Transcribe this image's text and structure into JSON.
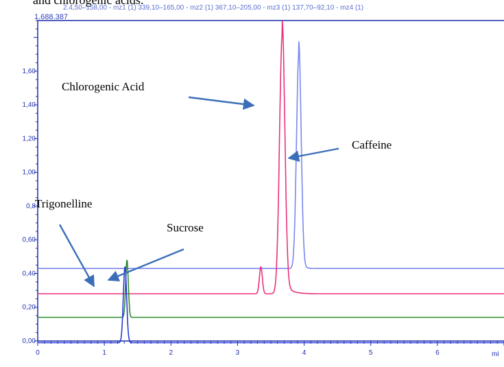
{
  "caption_fragment": "and chlorogenic acids.",
  "header_strip_text": "2.4,50–158,00 - mz1 (1) 339,10–165,00 - mz2 (1) 367,10–205,00 - mz3 (1) 137,70–92,10 - mz4 (1)",
  "y_readout": "1.688.387",
  "colors": {
    "axis": "#1a2aa8",
    "frame": "#1a2aa8",
    "arrow": "#3a6eb8",
    "series_pink": "#e8307a",
    "series_blue_light": "#7a86ee",
    "series_blue_dark": "#2838d8",
    "series_green": "#2a8a2a"
  },
  "chart_data": {
    "type": "line",
    "x_unit_label": "mi",
    "xlim": [
      0,
      7
    ],
    "ylim": [
      0,
      1.9
    ],
    "x_ticks": [
      0,
      1,
      2,
      3,
      4,
      5,
      6
    ],
    "x_tick_labels": [
      "0",
      "1",
      "2",
      "3",
      "4",
      "5",
      "6"
    ],
    "y_ticks": [
      0.0,
      0.2,
      0.4,
      0.6,
      0.8,
      1.0,
      1.2,
      1.4,
      1.6
    ],
    "y_tick_labels": [
      "0,00",
      "0,20",
      "0,40",
      "0,60",
      "0,8",
      "1,00",
      "1,20",
      "1,40",
      "1,60"
    ],
    "series": [
      {
        "color": "#7a86ee",
        "baseline": 0.43,
        "peaks": [
          {
            "x": 3.92,
            "height": 1.27,
            "width": 0.035,
            "tail": 0.04
          }
        ]
      },
      {
        "color": "#e8307a",
        "baseline": 0.28,
        "peaks": [
          {
            "x": 3.35,
            "height": 0.16,
            "width": 0.022,
            "tail": 0.0
          },
          {
            "x": 3.67,
            "height": 1.53,
            "width": 0.04,
            "tail": 0.09
          }
        ]
      },
      {
        "color": "#2a8a2a",
        "baseline": 0.14,
        "peaks": [
          {
            "x": 1.34,
            "height": 0.34,
            "width": 0.02,
            "tail": 0.0
          }
        ]
      },
      {
        "color": "#2838d8",
        "baseline": -0.01,
        "peaks": [
          {
            "x": 1.31,
            "height": 0.45,
            "width": 0.025,
            "tail": 0.0
          }
        ]
      }
    ],
    "annotations": [
      {
        "text": "Chlorogenic Acid",
        "key": "chlorogenic"
      },
      {
        "text": "Caffeine",
        "key": "caffeine"
      },
      {
        "text": "Trigonelline",
        "key": "trigonelline"
      },
      {
        "text": "Sucrose",
        "key": "sucrose"
      }
    ]
  }
}
